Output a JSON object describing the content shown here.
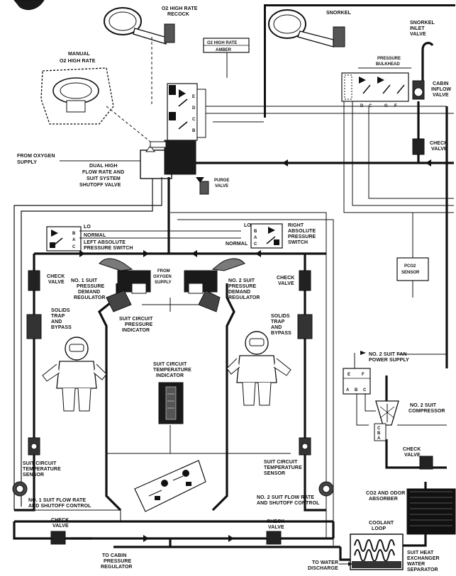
{
  "labels": {
    "o2_recock": [
      "O2 HIGH RATE",
      "RECOCK"
    ],
    "snorkel": "SNORKEL",
    "snorkel_inlet": [
      "SNORKEL",
      "INLET",
      "VALVE"
    ],
    "o2_amber_title": "O2 HIGH RATE",
    "o2_amber_value": "AMBER",
    "manual_o2": [
      "MANUAL",
      "O2 HIGH RATE"
    ],
    "pressure_bulkhead": [
      "PRESSURE",
      "BULKHEAD"
    ],
    "cabin_inflow": [
      "CABIN",
      "INFLOW",
      "VALVE"
    ],
    "check_valve_right_top": [
      "CHECK",
      "VALVE"
    ],
    "from_oxygen_supply_left": [
      "FROM OXYGEN",
      "SUPPLY"
    ],
    "dual_high_flow": [
      "DUAL HIGH",
      "FLOW RATE AND",
      "SUIT SYSTEM",
      "SHUTOFF VALVE"
    ],
    "purge_valve": [
      "PURGE",
      "VALVE"
    ],
    "lo_left": "LO",
    "normal_left": "NORMAL",
    "left_abs_switch": [
      "LEFT ABSOLUTE",
      "PRESSURE SWITCH"
    ],
    "lo_right": "LO",
    "normal_right": "NORMAL",
    "right_abs_switch": [
      "RIGHT",
      "ABSOLUTE",
      "PRESSURE",
      "SWITCH"
    ],
    "check_valve_left": [
      "CHECK",
      "VALVE"
    ],
    "no1_regulator": [
      "NO. 1 SUIT",
      "PRESSURE",
      "DEMAND",
      "REGULATOR"
    ],
    "from_oxygen_supply_center": [
      "FROM",
      "OXYGEN",
      "SUPPLY"
    ],
    "no2_regulator": [
      "NO. 2 SUIT",
      "PRESSURE",
      "DEMAND",
      "REGULATOR"
    ],
    "check_valve_mid_right": [
      "CHECK",
      "VALVE"
    ],
    "pco2_sensor": [
      "PCO2",
      "SENSOR"
    ],
    "solids_left": [
      "SOLIDS",
      "TRAP",
      "AND",
      "BYPASS"
    ],
    "suit_pressure_indicator": [
      "SUIT CIRCUIT",
      "PRESSURE",
      "INDICATOR"
    ],
    "solids_right": [
      "SOLIDS",
      "TRAP",
      "AND",
      "BYPASS"
    ],
    "no2_fan_power": [
      "NO. 2 SUIT FAN",
      "POWER SUPPLY"
    ],
    "temp_indicator": [
      "SUIT CIRCUIT",
      "TEMPERATURE",
      "INDICATOR"
    ],
    "no2_compressor": [
      "NO. 2 SUIT",
      "COMPRESSOR"
    ],
    "temp_sensor_left": [
      "SUIT CIRCUIT",
      "TEMPERATURE",
      "SENSOR"
    ],
    "temp_sensor_right": [
      "SUIT CIRCUIT",
      "TEMPERATURE",
      "SENSOR"
    ],
    "check_valve_compressor": [
      "CHECK",
      "VALVE"
    ],
    "no1_flow_control": [
      "NO. 1 SUIT FLOW RATE",
      "AND SHUTOFF CONTROL"
    ],
    "no2_flow_control": [
      "NO. 2 SUIT FLOW RATE",
      "AND SHUTOFF CONTROL"
    ],
    "co2_absorber": [
      "CO2 AND ODOR",
      "ABSORBER"
    ],
    "check_valve_bottom_left": [
      "CHECK",
      "VALVE"
    ],
    "check_valve_bottom_mid": [
      "CHECK",
      "VALVE"
    ],
    "coolant_loop": [
      "COOLANT",
      "LOOP"
    ],
    "to_cabin_regulator": [
      "TO CABIN",
      "PRESSURE",
      "REGULATOR"
    ],
    "to_water_discharge": [
      "TO WATER",
      "DISCHARGE"
    ],
    "heat_exchanger": [
      "SUIT HEAT",
      "EXCHANGER",
      "WATER",
      "SEPARATOR"
    ]
  },
  "switch_letters": {
    "top_stack": [
      "E",
      "D",
      "C",
      "B"
    ],
    "snorkel_top": [
      "D",
      "C",
      "G",
      "F"
    ],
    "left_switch": [
      "B",
      "A",
      "C"
    ],
    "right_switch": [
      "B",
      "A",
      "C"
    ],
    "fan_top": [
      "E",
      "F"
    ],
    "fan_bottom": [
      "A",
      "B",
      "C"
    ],
    "compressor": [
      "C",
      "B",
      "A"
    ]
  },
  "icons": [
    "recock-handle-icon",
    "snorkel-handle-icon",
    "manual-handle-icon",
    "astronaut-icon",
    "check-valve-icon",
    "pressure-switch-icon",
    "compressor-icon",
    "heat-exchanger-icon",
    "flow-control-icon",
    "temperature-gauge-icon"
  ]
}
